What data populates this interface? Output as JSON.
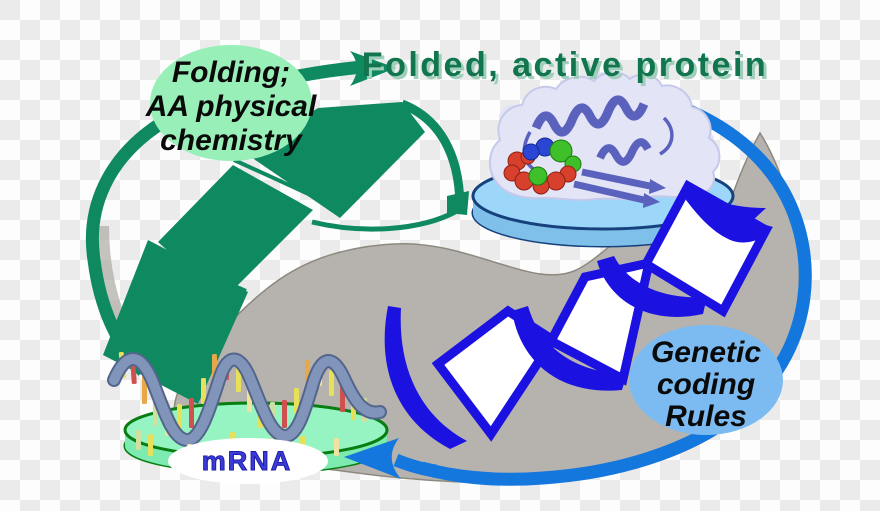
{
  "diagram": {
    "title": "Folded, active protein",
    "folding_bubble": {
      "lines": [
        "Folding;",
        "AA physical",
        "chemistry"
      ]
    },
    "genetic_bubble": {
      "lines": [
        "Genetic",
        "coding",
        "Rules"
      ]
    },
    "mrna_label": "mRNA"
  },
  "colors": {
    "checker-light": "#fdfdfd",
    "checker-dark": "#ebebeb",
    "green": "#0f8a60",
    "green-dark": "#0b6b4a",
    "title-green": "#11754e",
    "title-green-shadow": "#9fceba",
    "mint-bubble": "#98efb8",
    "blue-bubble": "#7cbbf2",
    "arc-blue": "#1377dd",
    "royal-blue": "#1b12e2",
    "gray-blob": "#b6b3ae",
    "disc-top": "#9cd6f8",
    "disc-side": "#7fc0ea",
    "disc-outline": "#16417c",
    "mrna-disc-top": "#95f4c1",
    "mrna-disc-side": "#7deab0",
    "mrna-disc-outline": "#077d12",
    "mrna-text": "#3b3bd6",
    "wave-light": "#8195ba",
    "wave-dark": "#54658c",
    "protein-surface": "#e3e4f6",
    "protein-ribbon": "#5a62be",
    "sphere-red": "#d8402e",
    "sphere-green": "#3fc02a",
    "sphere-blue": "#2a46d4",
    "base-yellow": "#e8e058",
    "base-red": "#d05050",
    "base-orange": "#e8a848",
    "base-pale-green": "#cfe0a0",
    "base-cream": "#f0e2a0"
  }
}
